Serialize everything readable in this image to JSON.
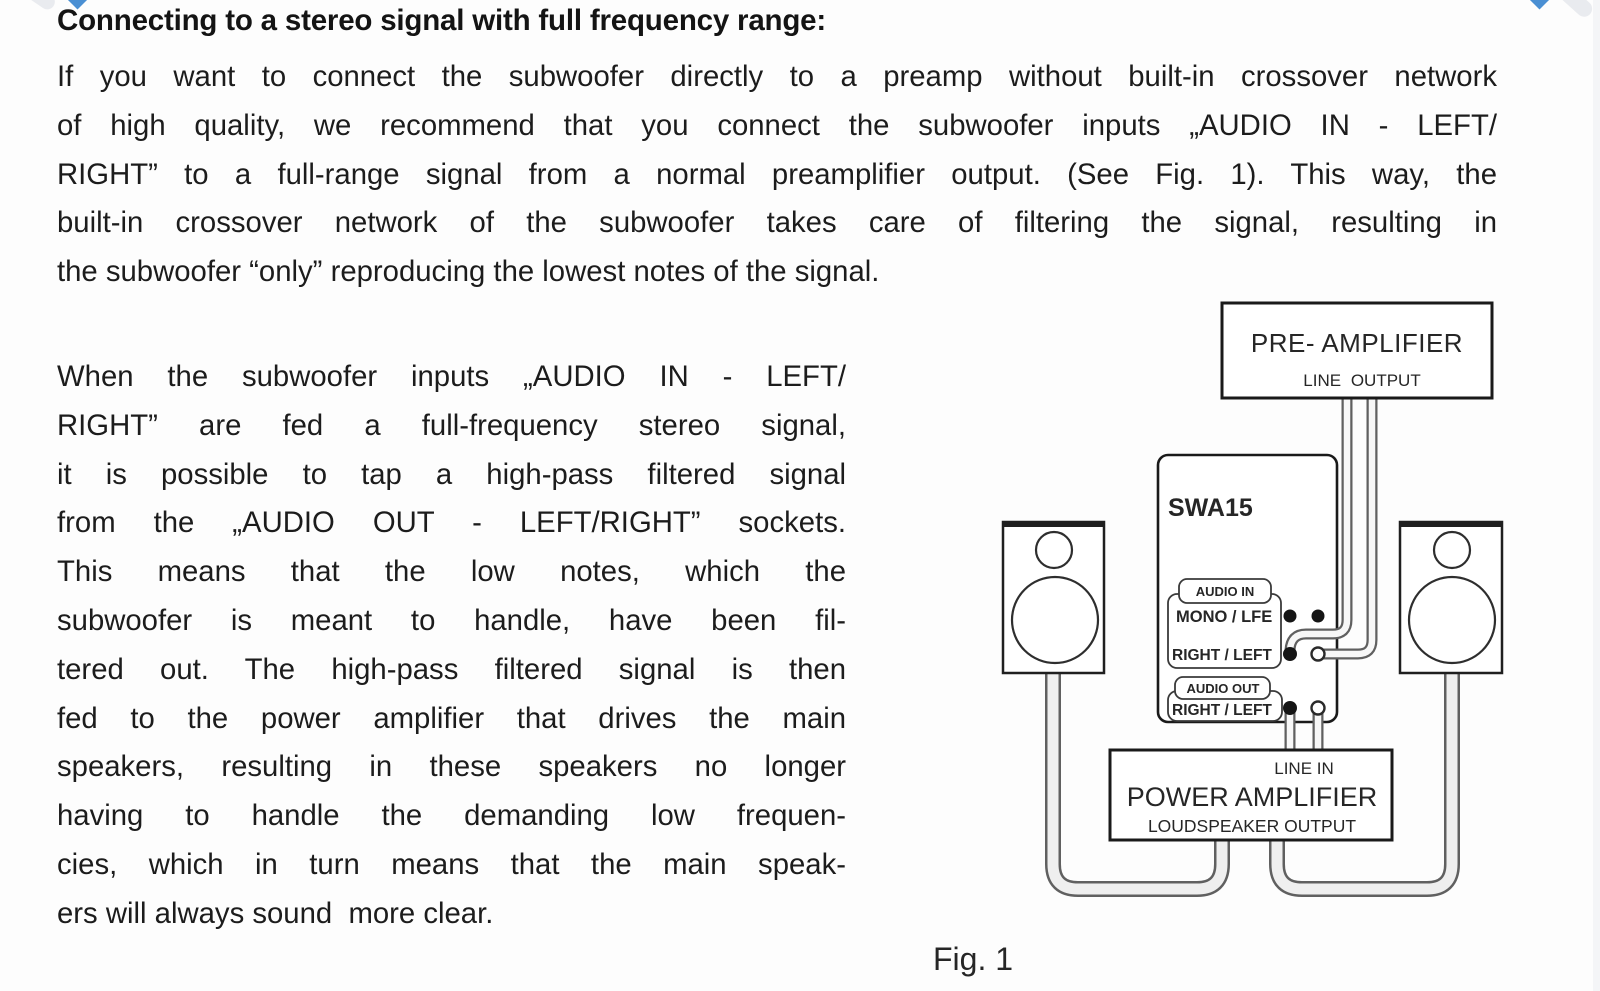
{
  "document": {
    "heading": "Connecting to a stereo signal with full frequency range:",
    "intro_lines": [
      "If you want to connect the subwoofer directly to a preamp without built-in crossover network",
      "of high quality, we recommend that you connect the subwoofer inputs „AUDIO IN - LEFT/",
      "RIGHT” to a full-range signal from a normal preamplifier output. (See Fig. 1). This way, the",
      "built-in crossover network of the subwoofer takes care of filtering the signal, resulting in",
      "the subwoofer “only” reproducing the lowest notes of the signal."
    ],
    "body_lines": [
      "When the subwoofer inputs „AUDIO IN - LEFT/",
      "RIGHT” are fed a full-frequency stereo signal,",
      "it is possible to tap a high-pass filtered signal",
      "from the „AUDIO OUT - LEFT/RIGHT” sockets.",
      "This means that the low notes, which the",
      "subwoofer is meant to handle, have been fil-",
      "tered out. The high-pass filtered signal is then",
      "fed to the power amplifier that drives the main",
      "speakers, resulting in these speakers no longer",
      "having to handle the demanding low frequen-",
      "cies, which in turn means that the main speak-",
      "ers will always sound  more clear."
    ]
  },
  "figure": {
    "caption": "Fig. 1",
    "preamp": {
      "title": "PRE- AMPLIFIER",
      "port": "LINE OUTPUT"
    },
    "subwoofer": {
      "model": "SWA15",
      "audio_in_tab": "AUDIO IN",
      "audio_in_row1": "MONO / LFE",
      "audio_in_row2": "RIGHT / LEFT",
      "audio_out_tab": "AUDIO OUT",
      "audio_out_row1": "RIGHT / LEFT"
    },
    "power_amp": {
      "port_in": "LINE IN",
      "title": "POWER AMPLIFIER",
      "port_out": "LOUDSPEAKER OUTPUT"
    }
  },
  "colors": {
    "text": "#1c1c1c",
    "diagram_line": "#1a1a1a",
    "cable_outline": "#606060",
    "cable_fill": "#f4f4f4",
    "accent_blue": "#4a8fd3",
    "deco_gray": "#e9ebef",
    "background": "#fdfdfd"
  }
}
